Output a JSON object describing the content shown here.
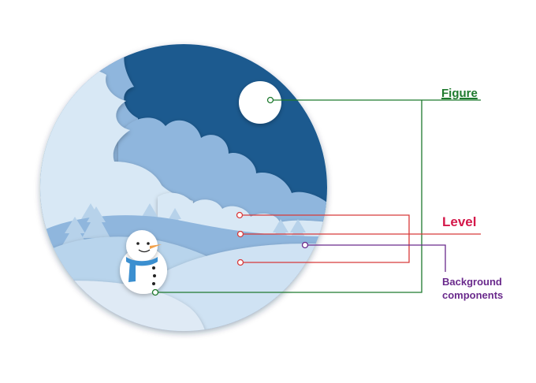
{
  "labels": {
    "figure": "Figure",
    "level": "Level",
    "background_components_line1": "Background",
    "background_components_line2": "components"
  },
  "colors": {
    "figure": "#1e7a2e",
    "level": "#d4184a",
    "level_line": "#d83a3a",
    "background_components": "#6a2a8c",
    "night_sky": "#1c5a8f",
    "moon": "#ffffff",
    "light_snow": "#d8e8f5",
    "mid_blue": "#8fb6dd",
    "snowman_scarf": "#3b8fd0",
    "snowman_nose": "#f2a14a"
  },
  "icons": [
    "moon-icon",
    "snowman-icon",
    "pine-tree-icon"
  ]
}
